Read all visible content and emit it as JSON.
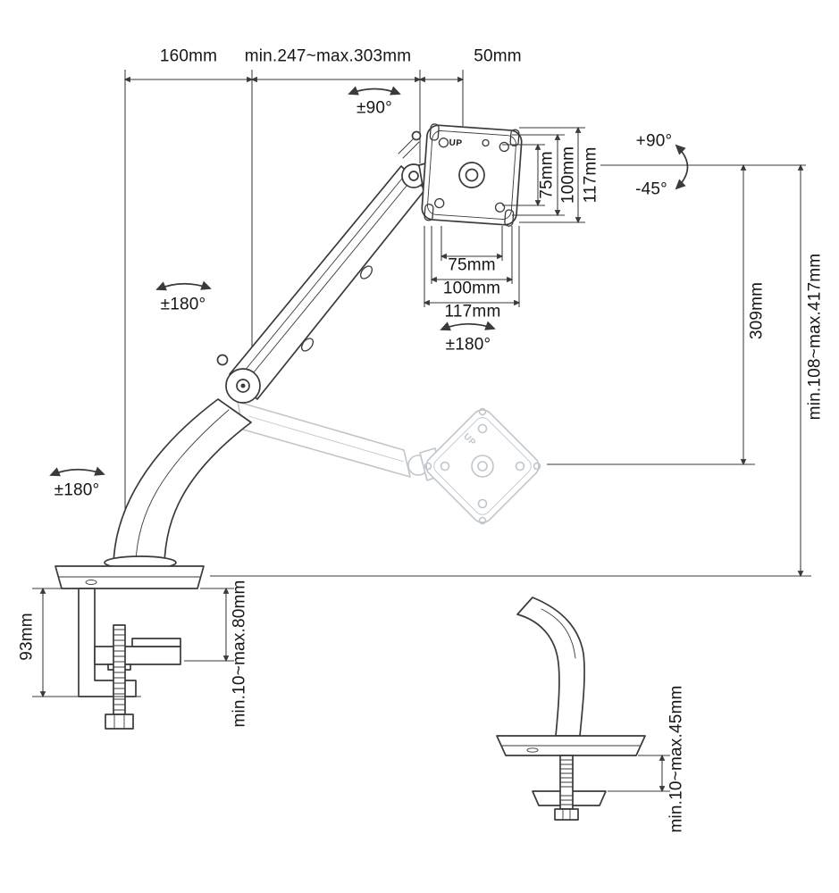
{
  "colors": {
    "line-color": "#3a3a3a",
    "ghost-color": "#bfc6cc",
    "text-color": "#161616",
    "bg-color": "#ffffff"
  },
  "labels": {
    "top_width": "160mm",
    "arm_reach": "min.247~max.303mm",
    "head_depth": "50mm",
    "vesa_rotation": "±90°",
    "tilt_up": "+90°",
    "tilt_down": "-45°",
    "vesa_75": "75mm",
    "vesa_100": "100mm",
    "vesa_117": "117mm",
    "swivel_180": "±180°",
    "height_fixed": "309mm",
    "height_range": "min.108~max.417mm",
    "clamp_height": "93mm",
    "clamp_range": "min.10~max.80mm",
    "grommet_range": "min.10~max.45mm",
    "up": "UP"
  }
}
